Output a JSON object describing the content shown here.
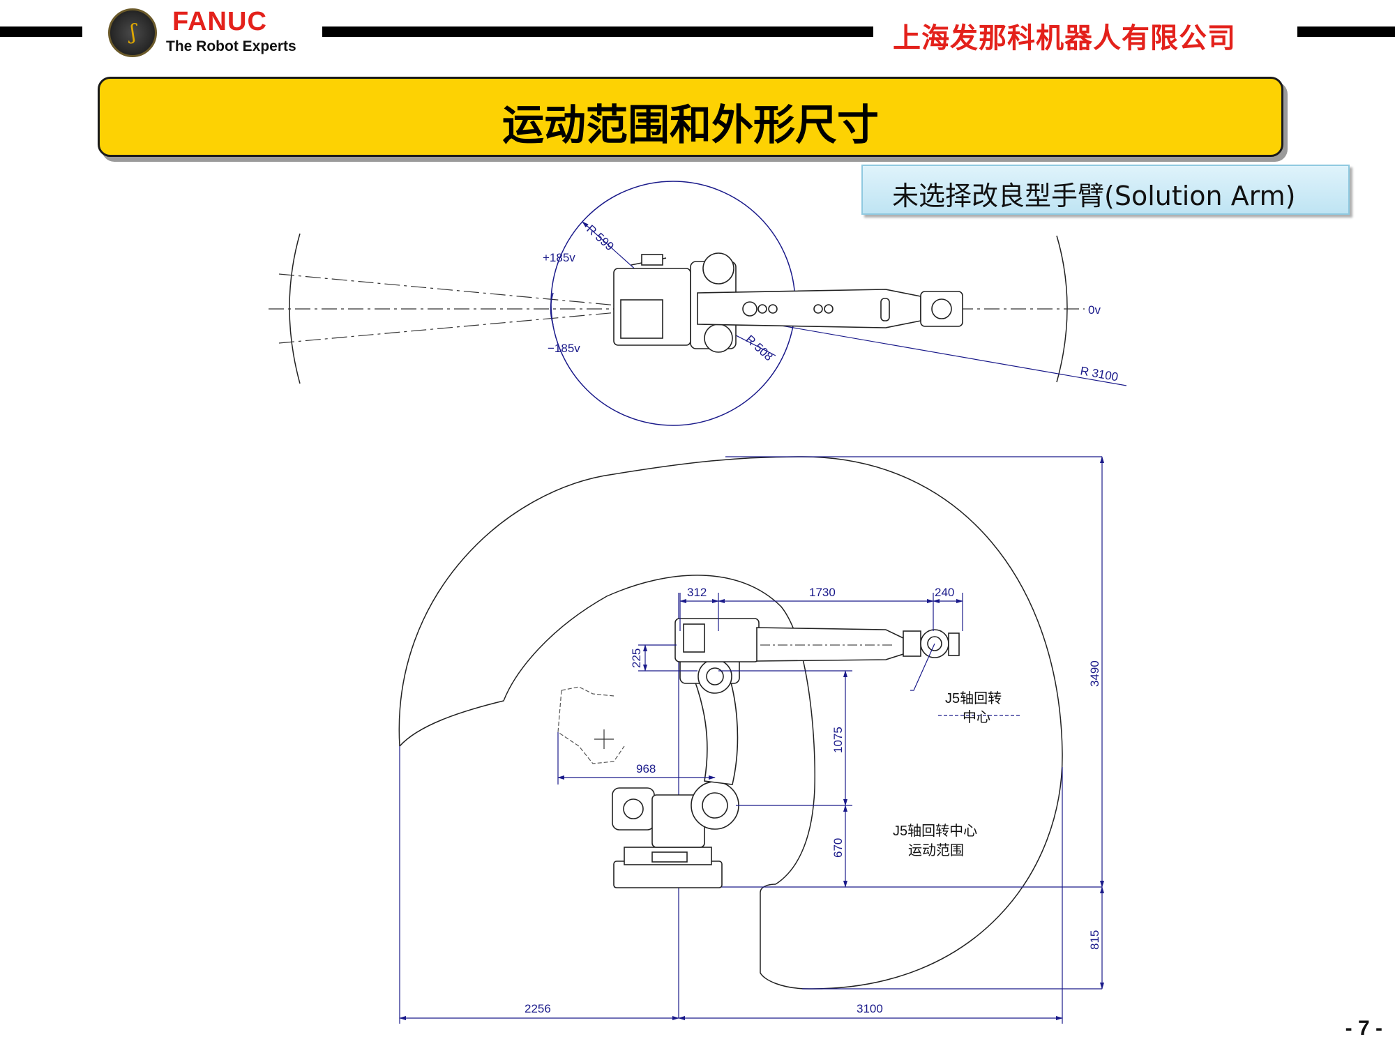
{
  "header": {
    "brand": "FANUC",
    "tagline": "The Robot Experts",
    "company": "上海发那科机器人有限公司"
  },
  "title": "运动范围和外形尺寸",
  "subtitle": "未选择改良型手臂(Solution Arm)",
  "top_view": {
    "label_r599": "R 599",
    "label_r508": "R 508",
    "label_r3100": "R 3100",
    "label_plus185": "+185v",
    "label_minus185": "−185v",
    "label_0v": "0v"
  },
  "side_view": {
    "dim_312": "312",
    "dim_1730": "1730",
    "dim_240": "240",
    "dim_225": "225",
    "dim_968": "968",
    "dim_1075": "1075",
    "dim_670": "670",
    "dim_3490": "3490",
    "dim_815": "815",
    "dim_2256": "2256",
    "dim_3100": "3100",
    "j5_center_line1": "J5轴回转",
    "j5_center_line2": "中心",
    "j5_range_line1": "J5轴回转中心",
    "j5_range_line2": "运动范围"
  },
  "page_number": "- 7 -"
}
